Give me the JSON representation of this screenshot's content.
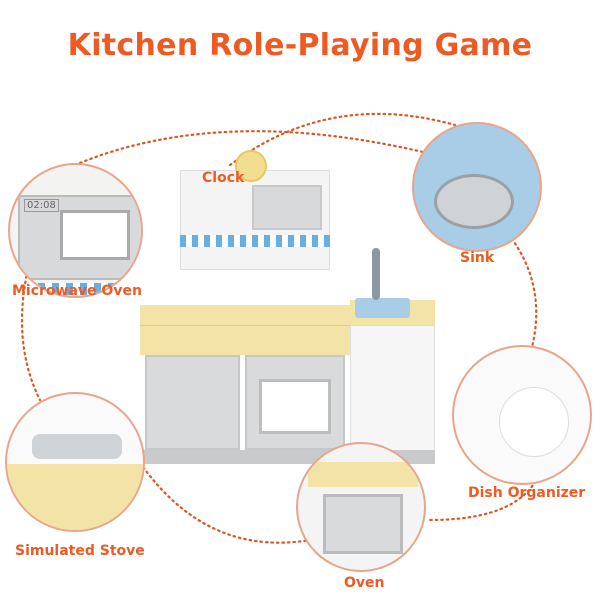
{
  "title": "Kitchen Role-Playing Game",
  "labels": {
    "clock": "Clock",
    "microwave": "Microwave Oven",
    "sink": "Sink",
    "dish_organizer": "Dish Organizer",
    "stove": "Simulated Stove",
    "oven": "Oven"
  },
  "microwave_display": "02:08",
  "colors": {
    "accent": "#ee5a22",
    "counter": "#f3e3a6",
    "cabinet": "#d9dadc",
    "sink": "#a9cde6",
    "tile": "#6aaee0"
  }
}
